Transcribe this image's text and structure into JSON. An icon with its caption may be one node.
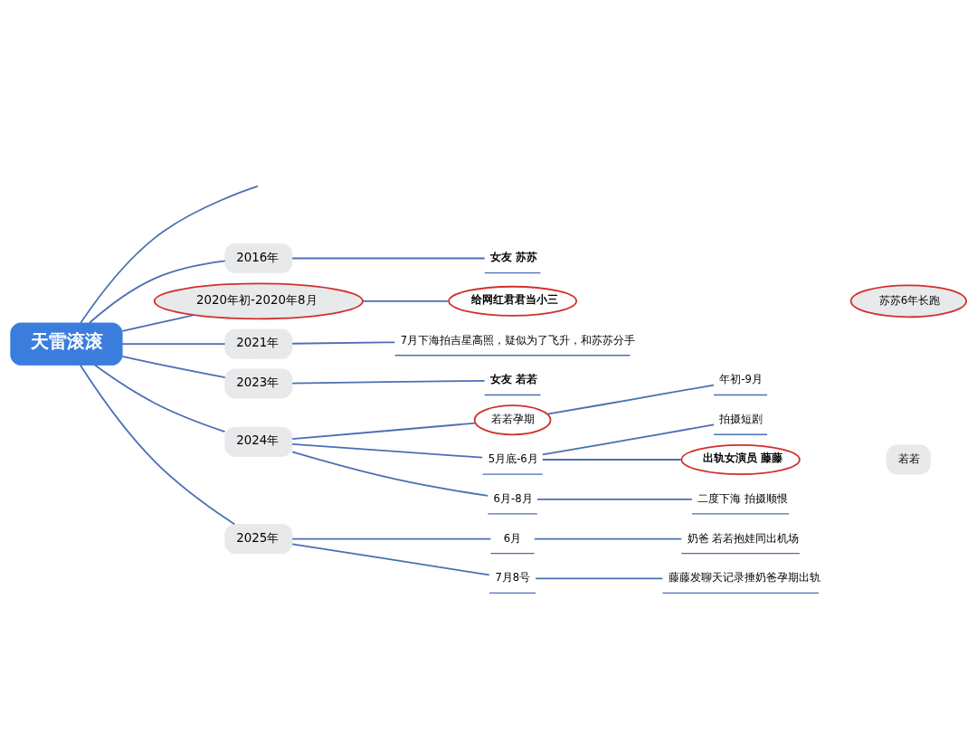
{
  "diagram": {
    "nodes": [
      {
        "text": [
          "天雷滚滚"
        ]
      },
      {
        "text": [
          "2016年"
        ]
      },
      {
        "text": [
          "女友 苏苏"
        ]
      },
      {
        "text": [
          "2020年初-2020年8月"
        ]
      },
      {
        "text": [
          "给网红君君当小三"
        ]
      },
      {
        "text": [
          "2021年"
        ]
      },
      {
        "text": [
          "7月下海拍吉星高照，疑似为了飞升，和苏苏分手"
        ]
      },
      {
        "text": [
          "苏苏6年长跑"
        ]
      },
      {
        "text": [
          "2023年"
        ]
      },
      {
        "text": [
          "女友 若若"
        ]
      },
      {
        "text": [
          "2024年"
        ]
      },
      {
        "text": [
          "若若孕期"
        ]
      },
      {
        "text": [
          "年初-9月"
        ]
      },
      {
        "text": [
          "5月底-6月"
        ]
      },
      {
        "text": [
          "拍摄短剧"
        ]
      },
      {
        "text": [
          "出轨女演员 藤藤"
        ]
      },
      {
        "text": [
          "6月-8月"
        ]
      },
      {
        "text": [
          "二度下海 拍摄顺恨"
        ]
      },
      {
        "text": [
          "若若"
        ]
      },
      {
        "text": [
          "2025年"
        ]
      },
      {
        "text": [
          "6月"
        ]
      },
      {
        "text": [
          "奶爸 若若抱娃同出机场"
        ]
      },
      {
        "text": [
          "7月8号"
        ]
      },
      {
        "text": [
          "藤藤发聊天记录捶奶爸孕期出轨"
        ]
      }
    ],
    "edges": [
      {
        "from": 0,
        "to": null,
        "arrow": "none"
      },
      {
        "from": 0,
        "to": 1,
        "arrow": "none"
      },
      {
        "from": 1,
        "to": 2,
        "arrow": "none"
      },
      {
        "from": 0,
        "to": 3,
        "arrow": "none"
      },
      {
        "from": 3,
        "to": 4,
        "arrow": "none"
      },
      {
        "from": 0,
        "to": 5,
        "arrow": "none"
      },
      {
        "from": 5,
        "to": 6,
        "arrow": "none"
      },
      {
        "from": 0,
        "to": 8,
        "arrow": "none"
      },
      {
        "from": 8,
        "to": 9,
        "arrow": "none"
      },
      {
        "from": 0,
        "to": 10,
        "arrow": "none"
      },
      {
        "from": 10,
        "to": 11,
        "arrow": "none"
      },
      {
        "from": 11,
        "to": 12,
        "arrow": "none"
      },
      {
        "from": 10,
        "to": 13,
        "arrow": "none"
      },
      {
        "from": 13,
        "to": 14,
        "arrow": "none"
      },
      {
        "from": 13,
        "to": 15,
        "arrow": "none"
      },
      {
        "from": 10,
        "to": 16,
        "arrow": "none"
      },
      {
        "from": 16,
        "to": 17,
        "arrow": "none"
      },
      {
        "from": 0,
        "to": 19,
        "arrow": "none"
      },
      {
        "from": 19,
        "to": 20,
        "arrow": "none"
      },
      {
        "from": 20,
        "to": 21,
        "arrow": "none"
      },
      {
        "from": 19,
        "to": 22,
        "arrow": "none"
      },
      {
        "from": 22,
        "to": 23,
        "arrow": "none"
      }
    ]
  }
}
